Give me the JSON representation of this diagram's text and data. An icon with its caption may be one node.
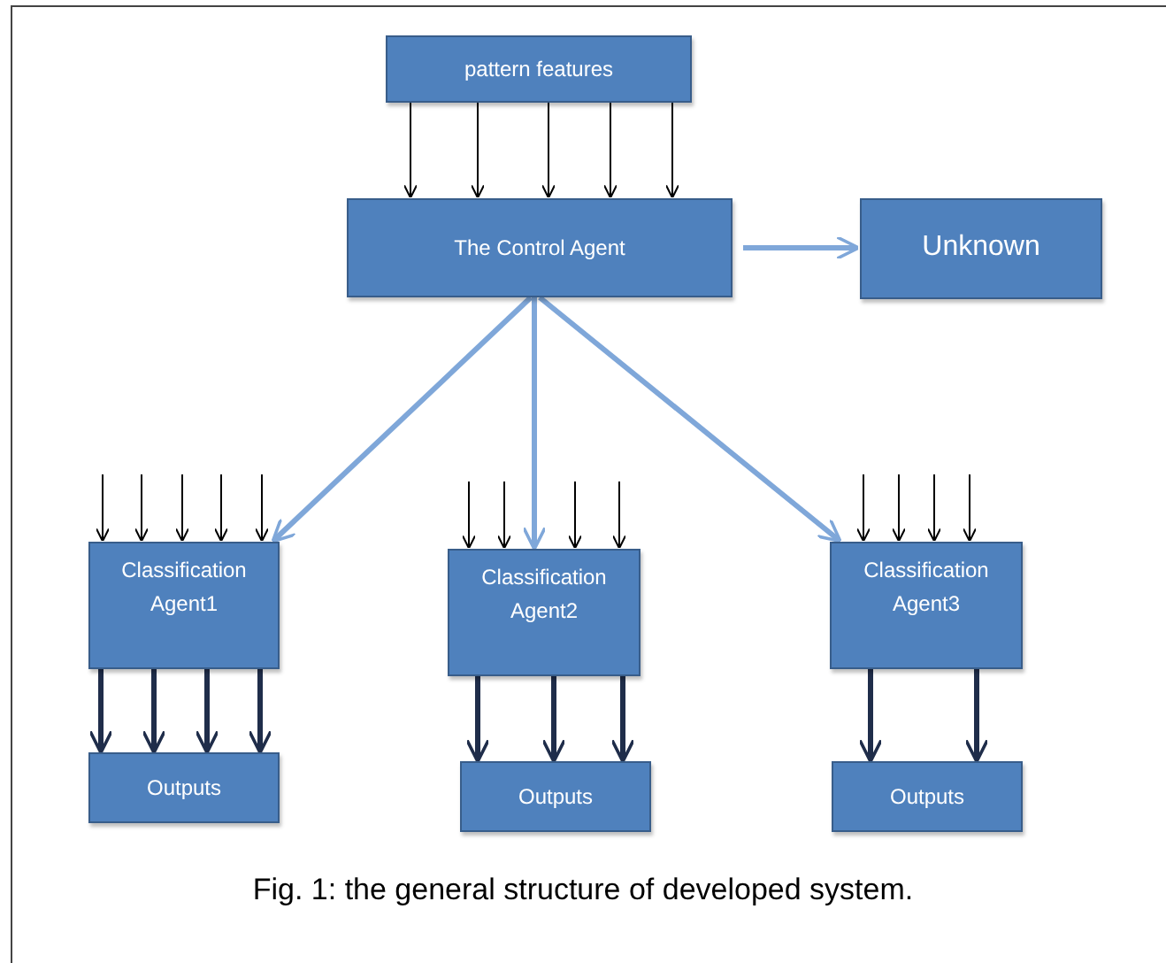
{
  "diagram": {
    "caption": "Fig. 1: the general structure of developed system.",
    "nodes": [
      {
        "text": [
          "pattern features"
        ]
      },
      {
        "text": [
          "The Control Agent"
        ]
      },
      {
        "text": [
          "Unknown"
        ]
      },
      {
        "text": [
          "Classification Agent1"
        ]
      },
      {
        "text": [
          "Classification Agent2"
        ]
      },
      {
        "text": [
          "Classification Agent3"
        ]
      },
      {
        "text": [
          "Outputs"
        ]
      },
      {
        "text": [
          "Outputs"
        ]
      },
      {
        "text": [
          "Outputs"
        ]
      }
    ],
    "edges": [
      {
        "from": 0,
        "to": 1,
        "arrow": "to"
      },
      {
        "from": 0,
        "to": 1,
        "arrow": "to"
      },
      {
        "from": 0,
        "to": 1,
        "arrow": "to"
      },
      {
        "from": 0,
        "to": 1,
        "arrow": "to"
      },
      {
        "from": 0,
        "to": 1,
        "arrow": "to"
      },
      {
        "from": 1,
        "to": 2,
        "arrow": "to",
        "style": "thick",
        "color": "#7fa7d9"
      },
      {
        "from": 1,
        "to": 3,
        "arrow": "to",
        "style": "thick",
        "color": "#7fa7d9"
      },
      {
        "from": 1,
        "to": 4,
        "arrow": "to",
        "style": "thick",
        "color": "#7fa7d9"
      },
      {
        "from": 1,
        "to": 5,
        "arrow": "to",
        "style": "thick",
        "color": "#7fa7d9"
      },
      {
        "from": null,
        "to": 3,
        "arrow": "to"
      },
      {
        "from": null,
        "to": 3,
        "arrow": "to"
      },
      {
        "from": null,
        "to": 3,
        "arrow": "to"
      },
      {
        "from": null,
        "to": 3,
        "arrow": "to"
      },
      {
        "from": null,
        "to": 3,
        "arrow": "to"
      },
      {
        "from": null,
        "to": 4,
        "arrow": "to"
      },
      {
        "from": null,
        "to": 4,
        "arrow": "to"
      },
      {
        "from": null,
        "to": 4,
        "arrow": "to"
      },
      {
        "from": null,
        "to": 4,
        "arrow": "to"
      },
      {
        "from": null,
        "to": 5,
        "arrow": "to"
      },
      {
        "from": null,
        "to": 5,
        "arrow": "to"
      },
      {
        "from": null,
        "to": 5,
        "arrow": "to"
      },
      {
        "from": null,
        "to": 5,
        "arrow": "to"
      },
      {
        "from": 3,
        "to": 6,
        "arrow": "to",
        "style": "thick",
        "color": "#1f2d4a"
      },
      {
        "from": 3,
        "to": 6,
        "arrow": "to",
        "style": "thick",
        "color": "#1f2d4a"
      },
      {
        "from": 3,
        "to": 6,
        "arrow": "to",
        "style": "thick",
        "color": "#1f2d4a"
      },
      {
        "from": 3,
        "to": 6,
        "arrow": "to",
        "style": "thick",
        "color": "#1f2d4a"
      },
      {
        "from": 4,
        "to": 7,
        "arrow": "to",
        "style": "thick",
        "color": "#1f2d4a"
      },
      {
        "from": 4,
        "to": 7,
        "arrow": "to",
        "style": "thick",
        "color": "#1f2d4a"
      },
      {
        "from": 4,
        "to": 7,
        "arrow": "to",
        "style": "thick",
        "color": "#1f2d4a"
      },
      {
        "from": 5,
        "to": 8,
        "arrow": "to",
        "style": "thick",
        "color": "#1f2d4a"
      },
      {
        "from": 5,
        "to": 8,
        "arrow": "to",
        "style": "thick",
        "color": "#1f2d4a"
      }
    ]
  }
}
